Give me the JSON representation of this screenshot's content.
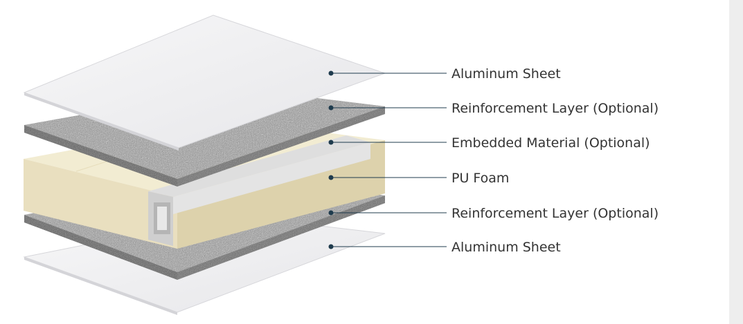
{
  "diagram": {
    "layers": [
      {
        "id": "top-sheet",
        "label": "Aluminum Sheet"
      },
      {
        "id": "top-reinforcement",
        "label": "Reinforcement Layer (Optional)"
      },
      {
        "id": "embedded",
        "label": "Embedded Material (Optional)"
      },
      {
        "id": "foam",
        "label": "PU Foam"
      },
      {
        "id": "bottom-reinforcement",
        "label": "Reinforcement Layer (Optional)"
      },
      {
        "id": "bottom-sheet",
        "label": "Aluminum Sheet"
      }
    ],
    "colors": {
      "sheet": "#f1f1f3",
      "sheet_edge": "#d9d9dc",
      "reinforcement": "#7d7d7d",
      "foam_top": "#f2ecd2",
      "foam_front": "#e9dfbf",
      "foam_side": "#ddd2ac",
      "leader": "#1f3b4d",
      "label": "#333333"
    }
  }
}
